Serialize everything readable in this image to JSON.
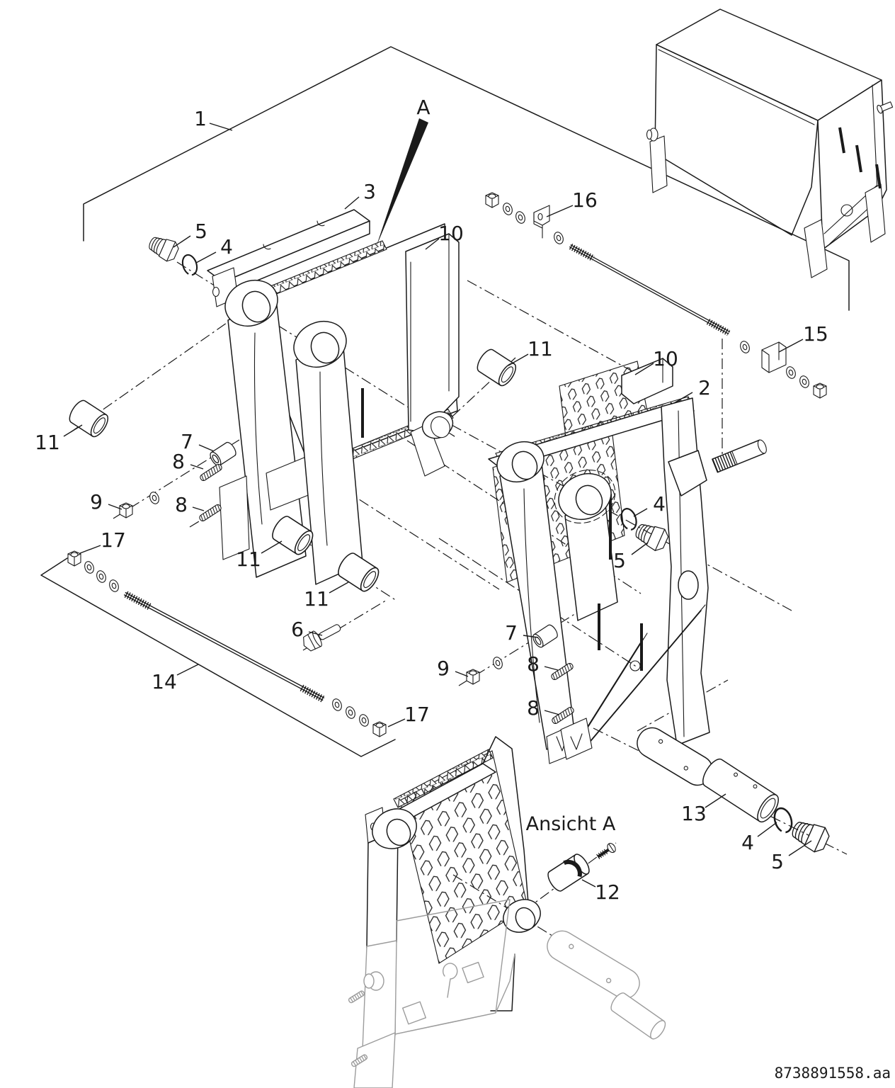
{
  "diagram": {
    "doc_number": "8738891558.aa",
    "view_label": "Ansicht A",
    "colors": {
      "line": "#1a1a1a",
      "ghost": "#9c9c9c",
      "paper": "#ffffff"
    },
    "callouts": [
      {
        "t": "1"
      },
      {
        "t": "A"
      },
      {
        "t": "3"
      },
      {
        "t": "5"
      },
      {
        "t": "4"
      },
      {
        "t": "10"
      },
      {
        "t": "16"
      },
      {
        "t": "15"
      },
      {
        "t": "11"
      },
      {
        "t": "10"
      },
      {
        "t": "2"
      },
      {
        "t": "11"
      },
      {
        "t": "7"
      },
      {
        "t": "8"
      },
      {
        "t": "9"
      },
      {
        "t": "8"
      },
      {
        "t": "17"
      },
      {
        "t": "11"
      },
      {
        "t": "4"
      },
      {
        "t": "5"
      },
      {
        "t": "11"
      },
      {
        "t": "6"
      },
      {
        "t": "14"
      },
      {
        "t": "7"
      },
      {
        "t": "9"
      },
      {
        "t": "8"
      },
      {
        "t": "8"
      },
      {
        "t": "17"
      },
      {
        "t": "13"
      },
      {
        "t": "4"
      },
      {
        "t": "5"
      },
      {
        "t": "12"
      }
    ]
  }
}
